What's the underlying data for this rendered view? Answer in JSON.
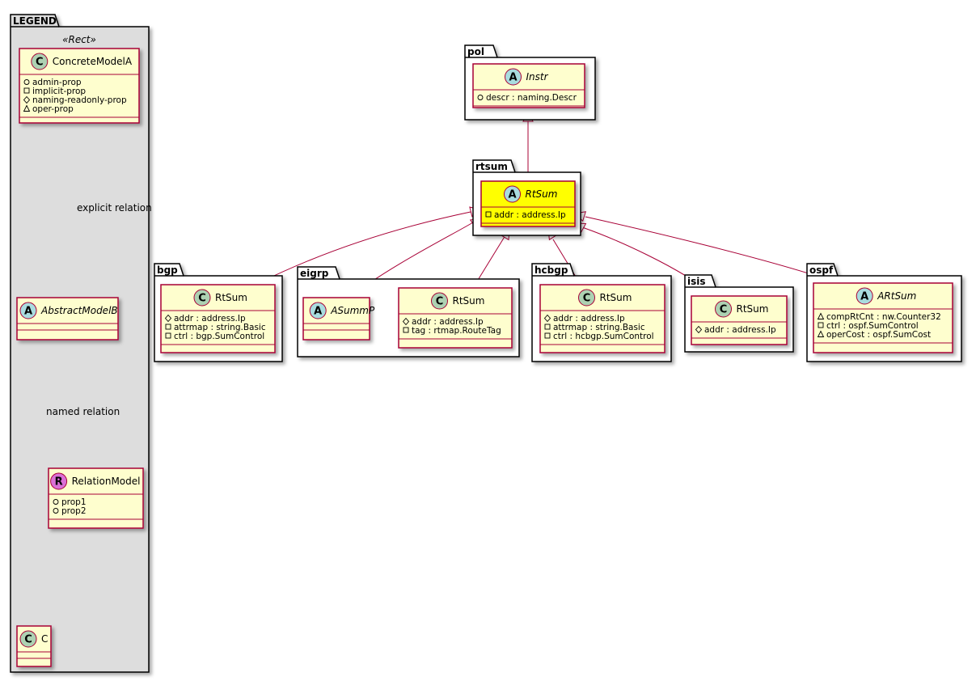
{
  "colors": {
    "class_fill": "#FEFECE",
    "class_border": "#A80036",
    "highlight_fill": "#FFFF00",
    "legend_fill": "#DDDDDD",
    "stereo_C": "#ADD1B2",
    "stereo_A": "#A9DCDF",
    "stereo_R": "#DA70D6",
    "edge": "#A80036"
  },
  "legend": {
    "package": "LEGEND",
    "stereotype": "«Rect»",
    "concrete": {
      "letter": "C",
      "name": "ConcreteModelA",
      "attrs": [
        {
          "vis": "+",
          "text": "admin-prop"
        },
        {
          "vis": "-",
          "text": "implicit-prop"
        },
        {
          "vis": "#",
          "text": "naming-readonly-prop"
        },
        {
          "vis": "~",
          "text": "oper-prop"
        }
      ]
    },
    "abstract": {
      "letter": "A",
      "name": "AbstractModelB"
    },
    "relation": {
      "letter": "R",
      "name": "RelationModel",
      "attrs": [
        {
          "vis": "+",
          "text": "prop1"
        },
        {
          "vis": "+",
          "text": "prop2"
        }
      ]
    },
    "c": {
      "letter": "C",
      "name": "C"
    },
    "explicit_label": "explicit relation",
    "named_label": "named relation"
  },
  "packages": {
    "pol": "pol",
    "rtsum": "rtsum",
    "bgp": "bgp",
    "eigrp": "eigrp",
    "hcbgp": "hcbgp",
    "isis": "isis",
    "ospf": "ospf"
  },
  "classes": {
    "pol_instr": {
      "letter": "A",
      "name": "Instr",
      "attrs": [
        {
          "vis": "+",
          "text": "descr : naming.Descr"
        }
      ]
    },
    "rtsum": {
      "letter": "A",
      "name": "RtSum",
      "attrs": [
        {
          "vis": "-",
          "text": "addr : address.Ip"
        }
      ]
    },
    "bgp": {
      "letter": "C",
      "name": "RtSum",
      "attrs": [
        {
          "vis": "#",
          "text": "addr : address.Ip"
        },
        {
          "vis": "-",
          "text": "attrmap : string.Basic"
        },
        {
          "vis": "-",
          "text": "ctrl : bgp.SumControl"
        }
      ]
    },
    "eigrp_asummp": {
      "letter": "A",
      "name": "ASummP",
      "attrs": []
    },
    "eigrp": {
      "letter": "C",
      "name": "RtSum",
      "attrs": [
        {
          "vis": "#",
          "text": "addr : address.Ip"
        },
        {
          "vis": "-",
          "text": "tag : rtmap.RouteTag"
        }
      ]
    },
    "hcbgp": {
      "letter": "C",
      "name": "RtSum",
      "attrs": [
        {
          "vis": "#",
          "text": "addr : address.Ip"
        },
        {
          "vis": "-",
          "text": "attrmap : string.Basic"
        },
        {
          "vis": "-",
          "text": "ctrl : hcbgp.SumControl"
        }
      ]
    },
    "isis": {
      "letter": "C",
      "name": "RtSum",
      "attrs": [
        {
          "vis": "#",
          "text": "addr : address.Ip"
        }
      ]
    },
    "ospf": {
      "letter": "A",
      "name": "ARtSum",
      "attrs": [
        {
          "vis": "~",
          "text": "compRtCnt : nw.Counter32"
        },
        {
          "vis": "-",
          "text": "ctrl : ospf.SumControl"
        },
        {
          "vis": "~",
          "text": "operCost : ospf.SumCost"
        }
      ]
    }
  }
}
